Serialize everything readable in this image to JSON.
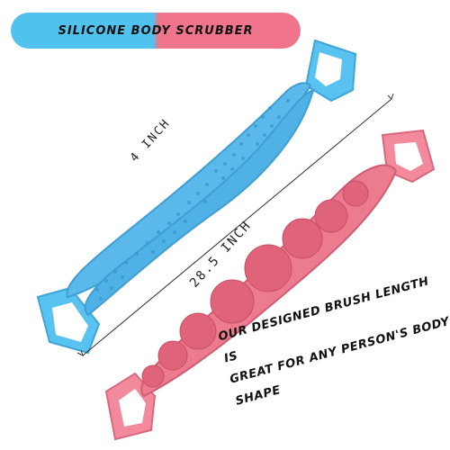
{
  "banner": {
    "title": "SILICONE BODY SCRUBBER"
  },
  "dimensions": {
    "width_label": "4 INCH",
    "length_label": "28.5 INCH"
  },
  "caption": {
    "line1": "OUR DESIGNED BRUSH LENGTH IS",
    "line2": "GREAT FOR ANY PERSON'S BODY",
    "line3": "SHAPE"
  },
  "colors": {
    "blue": "#4fc3ee",
    "pink": "#f0748c",
    "blue_strap": "#58c2f0",
    "pink_strap": "#f2899c"
  }
}
